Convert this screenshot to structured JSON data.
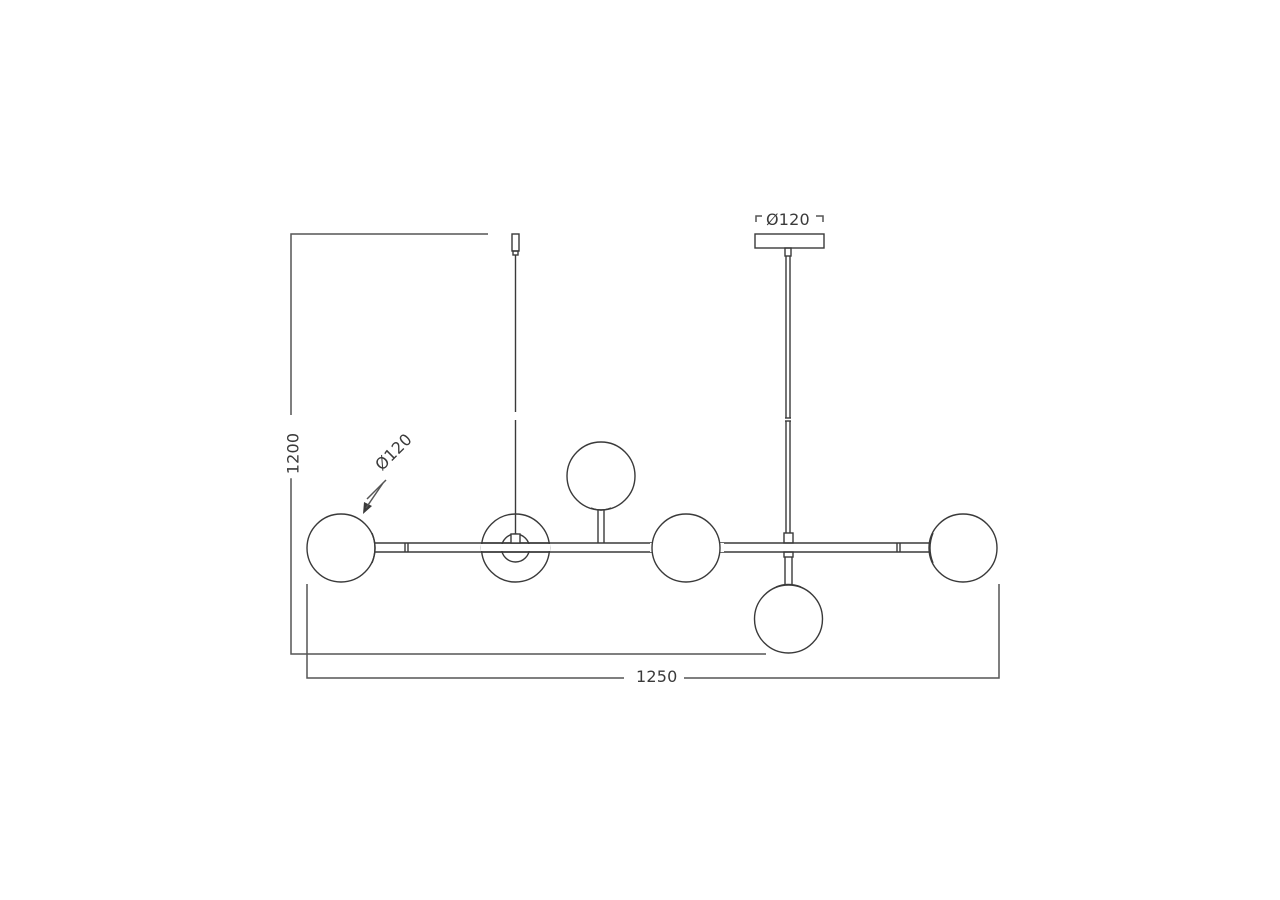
{
  "diagram": {
    "type": "product-dimension-drawing",
    "subject": "6-globe linear pendant lamp",
    "dimensions": {
      "overall_height": "1200",
      "overall_width": "1250",
      "canopy_diameter": "Ø120",
      "globe_diameter": "Ø120"
    },
    "colors": {
      "line": "#3a3a3a",
      "dimension_line": "#555555",
      "background": "#ffffff"
    },
    "globes_count": 6
  }
}
